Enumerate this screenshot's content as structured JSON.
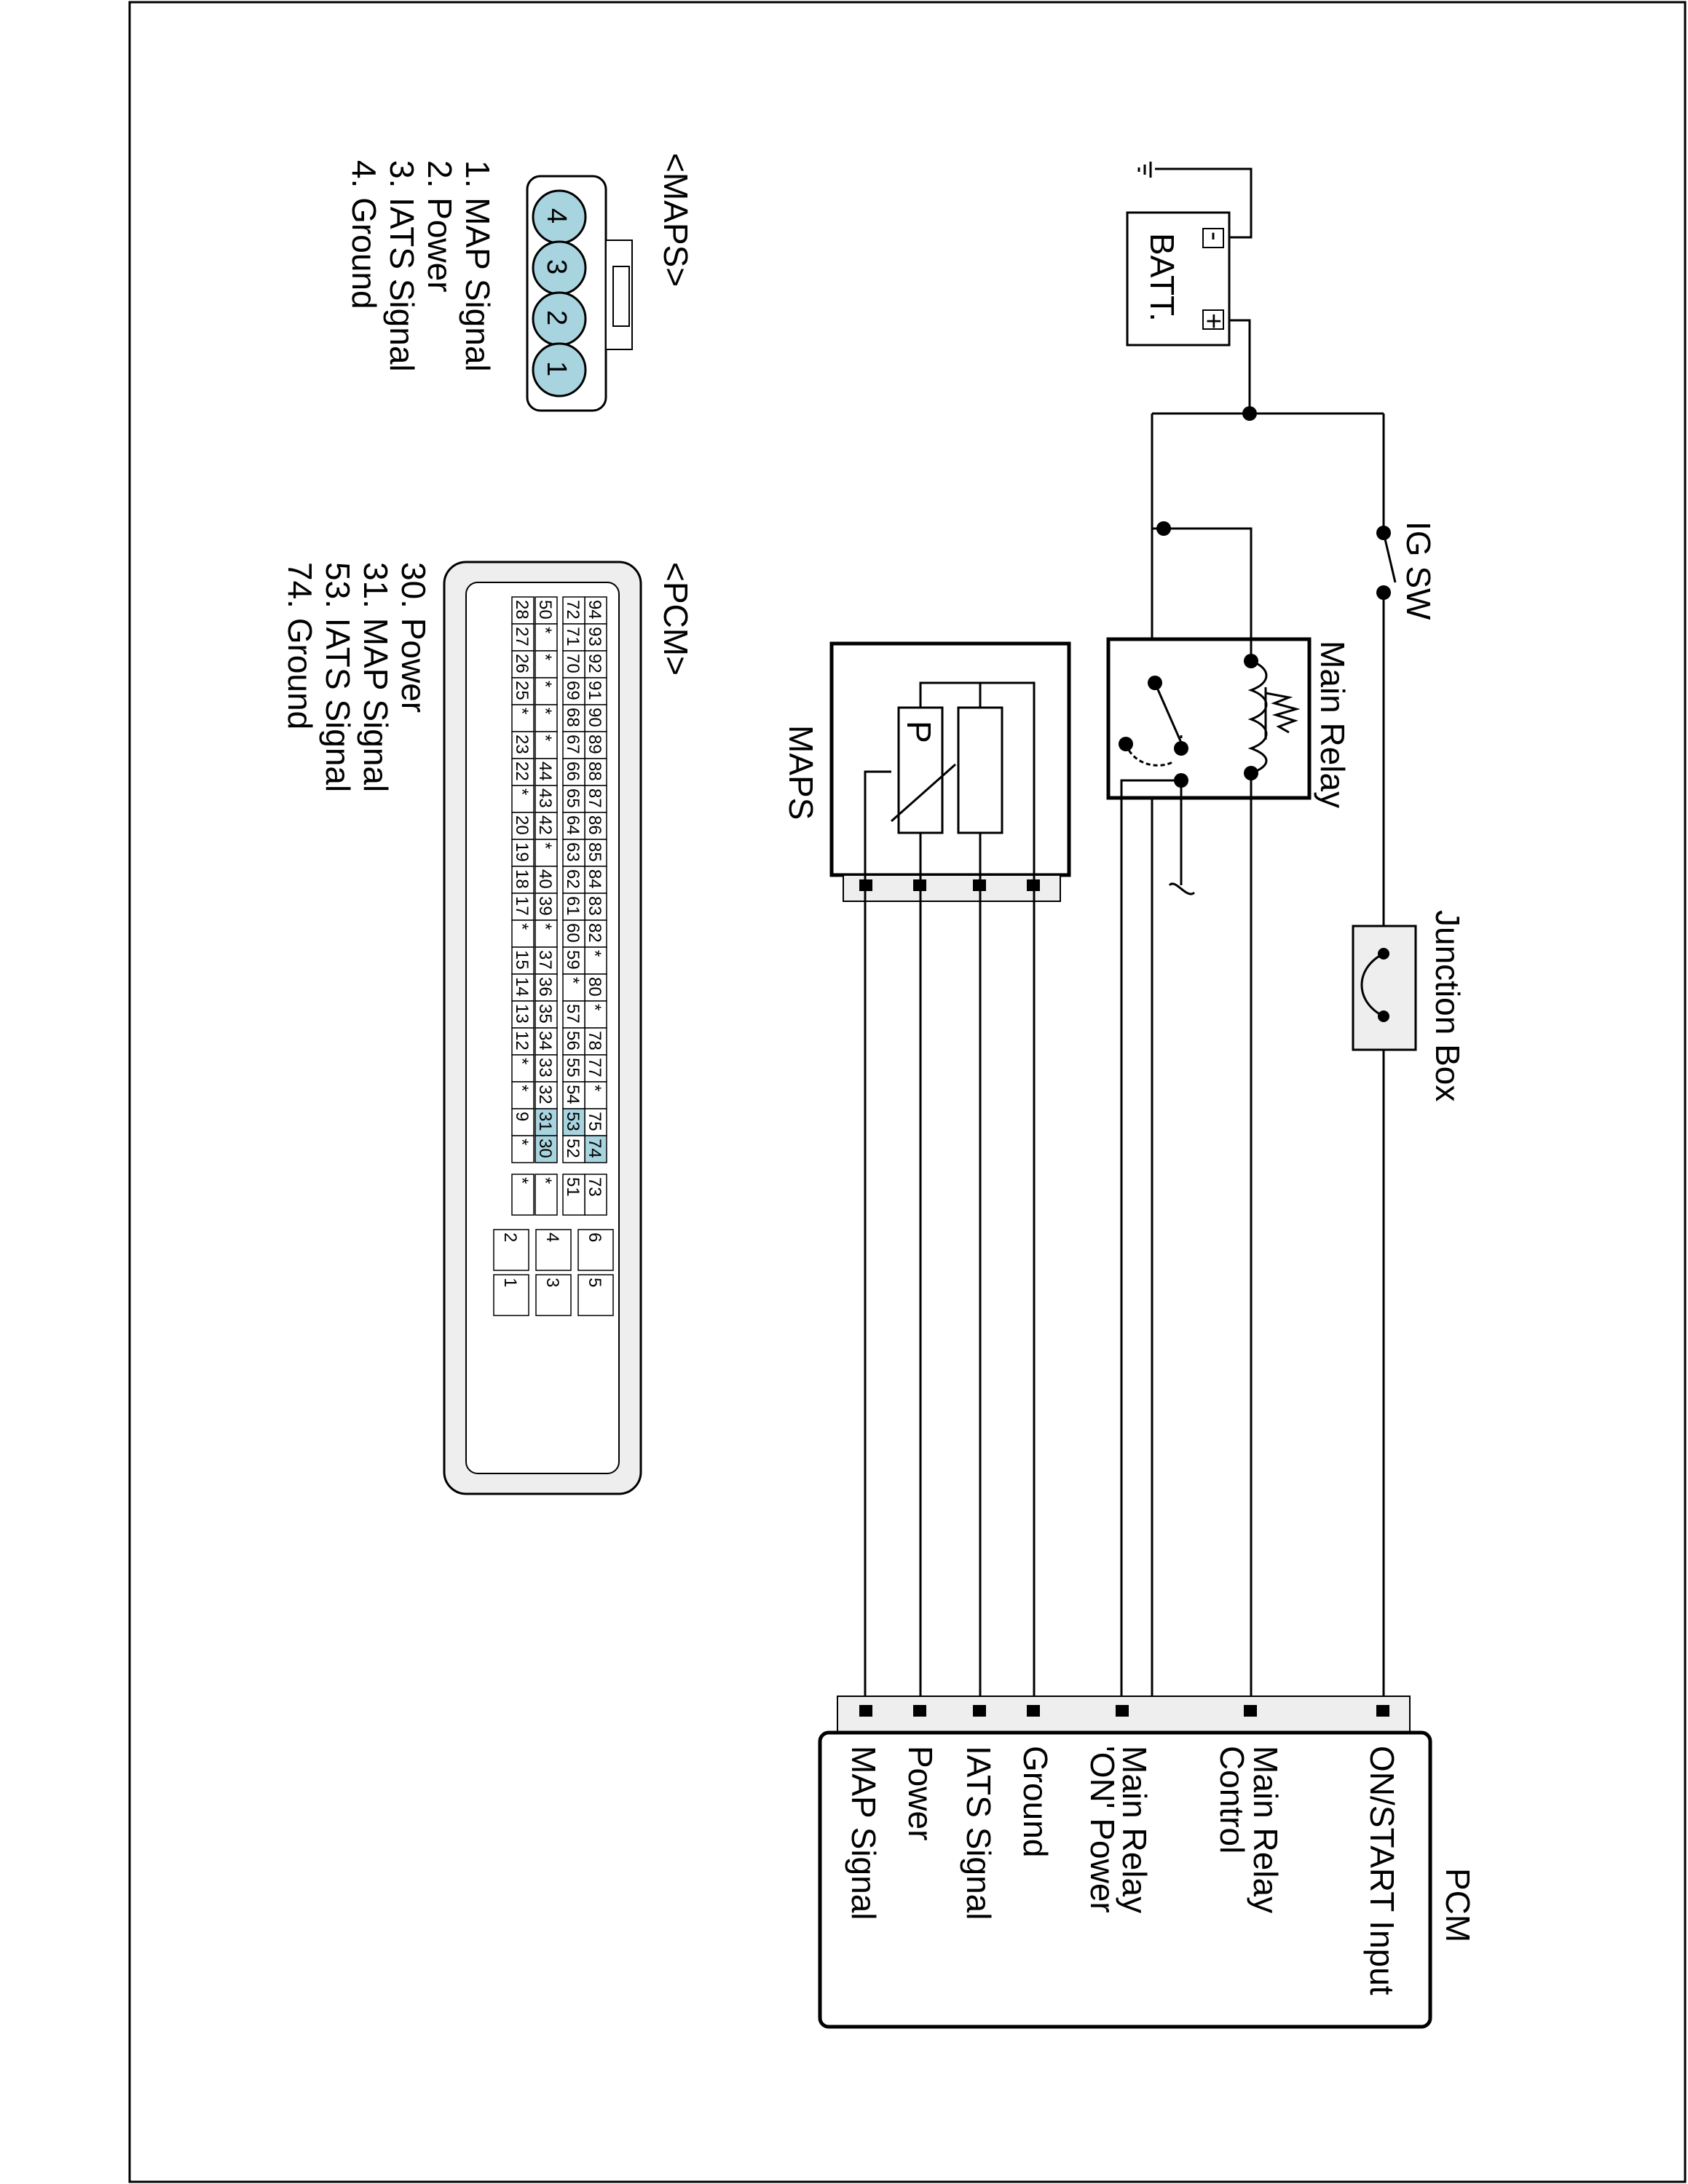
{
  "components": {
    "batt": "BATT.",
    "batt_plus": "+",
    "batt_minus": "-",
    "ig_sw": "IG SW",
    "main_relay": "Main Relay",
    "junction_box": "Junction Box",
    "maps": "MAPS",
    "maps_element": "P",
    "pcm": "PCM"
  },
  "pcm_terminals": [
    "ON/START  Input",
    "Main Relay",
    "Control",
    "Main Relay",
    "'ON' Power",
    "Ground",
    "IATS Signal",
    "Power",
    "MAP Signal"
  ],
  "maps_connector": {
    "title": "<MAPS>",
    "pins": [
      "1",
      "2",
      "3",
      "4"
    ],
    "legend": [
      "1. MAP Signal",
      "2. Power",
      "3. IATS Signal",
      "4. Ground"
    ]
  },
  "pcm_connector": {
    "title": "<PCM>",
    "rows": [
      [
        "94",
        "93",
        "92",
        "91",
        "90",
        "89",
        "88",
        "87",
        "86",
        "85",
        "84",
        "83",
        "82",
        "*",
        "80",
        "*",
        "78",
        "77",
        "*",
        "75",
        "74"
      ],
      [
        "72",
        "71",
        "70",
        "69",
        "68",
        "67",
        "66",
        "65",
        "64",
        "63",
        "62",
        "61",
        "60",
        "59",
        "*",
        "57",
        "56",
        "55",
        "54",
        "53",
        "52"
      ],
      [
        "50",
        "*",
        "*",
        "*",
        "*",
        "*",
        "44",
        "43",
        "42",
        "*",
        "40",
        "39",
        "*",
        "37",
        "36",
        "35",
        "34",
        "33",
        "32",
        "31",
        "30"
      ],
      [
        "28",
        "27",
        "26",
        "25",
        "*",
        "23",
        "22",
        "*",
        "20",
        "19",
        "18",
        "17",
        "*",
        "15",
        "14",
        "13",
        "12",
        "*",
        "*",
        "9",
        "*"
      ]
    ],
    "highlighted": [
      "74",
      "53",
      "31",
      "30"
    ],
    "extra_column": [
      "73",
      "51",
      "*",
      "*"
    ],
    "power_pins": [
      [
        "6",
        "5"
      ],
      [
        "4",
        "3"
      ],
      [
        "2",
        "1"
      ]
    ],
    "legend": [
      "30. Power",
      "31. MAP Signal",
      "53. IATS Signal",
      "74. Ground"
    ]
  },
  "colors": {
    "pin_fill": "#a8d4df",
    "connector_fill": "#eeeeee"
  }
}
